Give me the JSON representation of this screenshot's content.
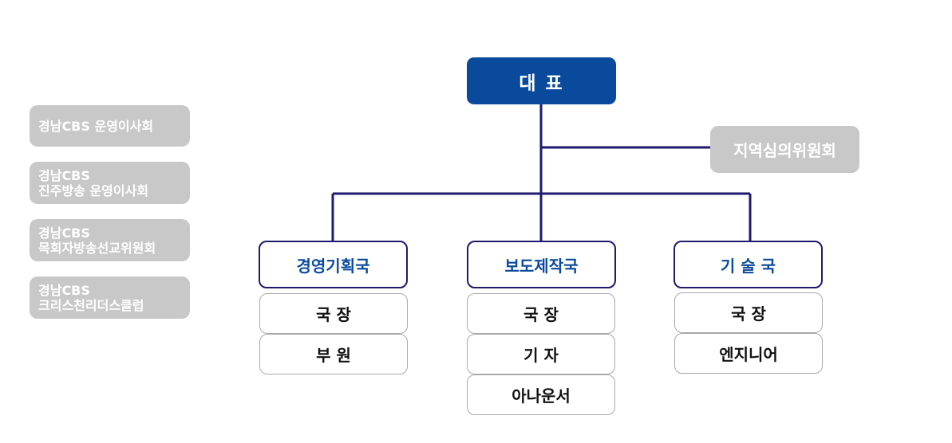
{
  "side_boxes": [
    {
      "lines": [
        "경남CBS 운영이사회"
      ]
    },
    {
      "lines": [
        "경남CBS",
        "진주방송 운영이사회"
      ]
    },
    {
      "lines": [
        "경남CBS",
        "목회자방송선교위원회"
      ]
    },
    {
      "lines": [
        "경남CBS",
        "크리스천리더스클럽"
      ]
    }
  ],
  "ceo": {
    "label": "대 표"
  },
  "committee": {
    "label": "지역심의위원회"
  },
  "departments": [
    {
      "name": "경영기획국",
      "positions": [
        "국 장",
        "부 원"
      ]
    },
    {
      "name": "보도제작국",
      "positions": [
        "국 장",
        "기 자",
        "아나운서"
      ]
    },
    {
      "name": "기 술 국",
      "positions": [
        "국 장",
        "엔지니어"
      ]
    }
  ],
  "colors": {
    "primary_blue": "#0a4a9c",
    "line_navy": "#1f1a6e",
    "gray_box": "#c8c8c8",
    "position_border": "#a9a9a9"
  }
}
